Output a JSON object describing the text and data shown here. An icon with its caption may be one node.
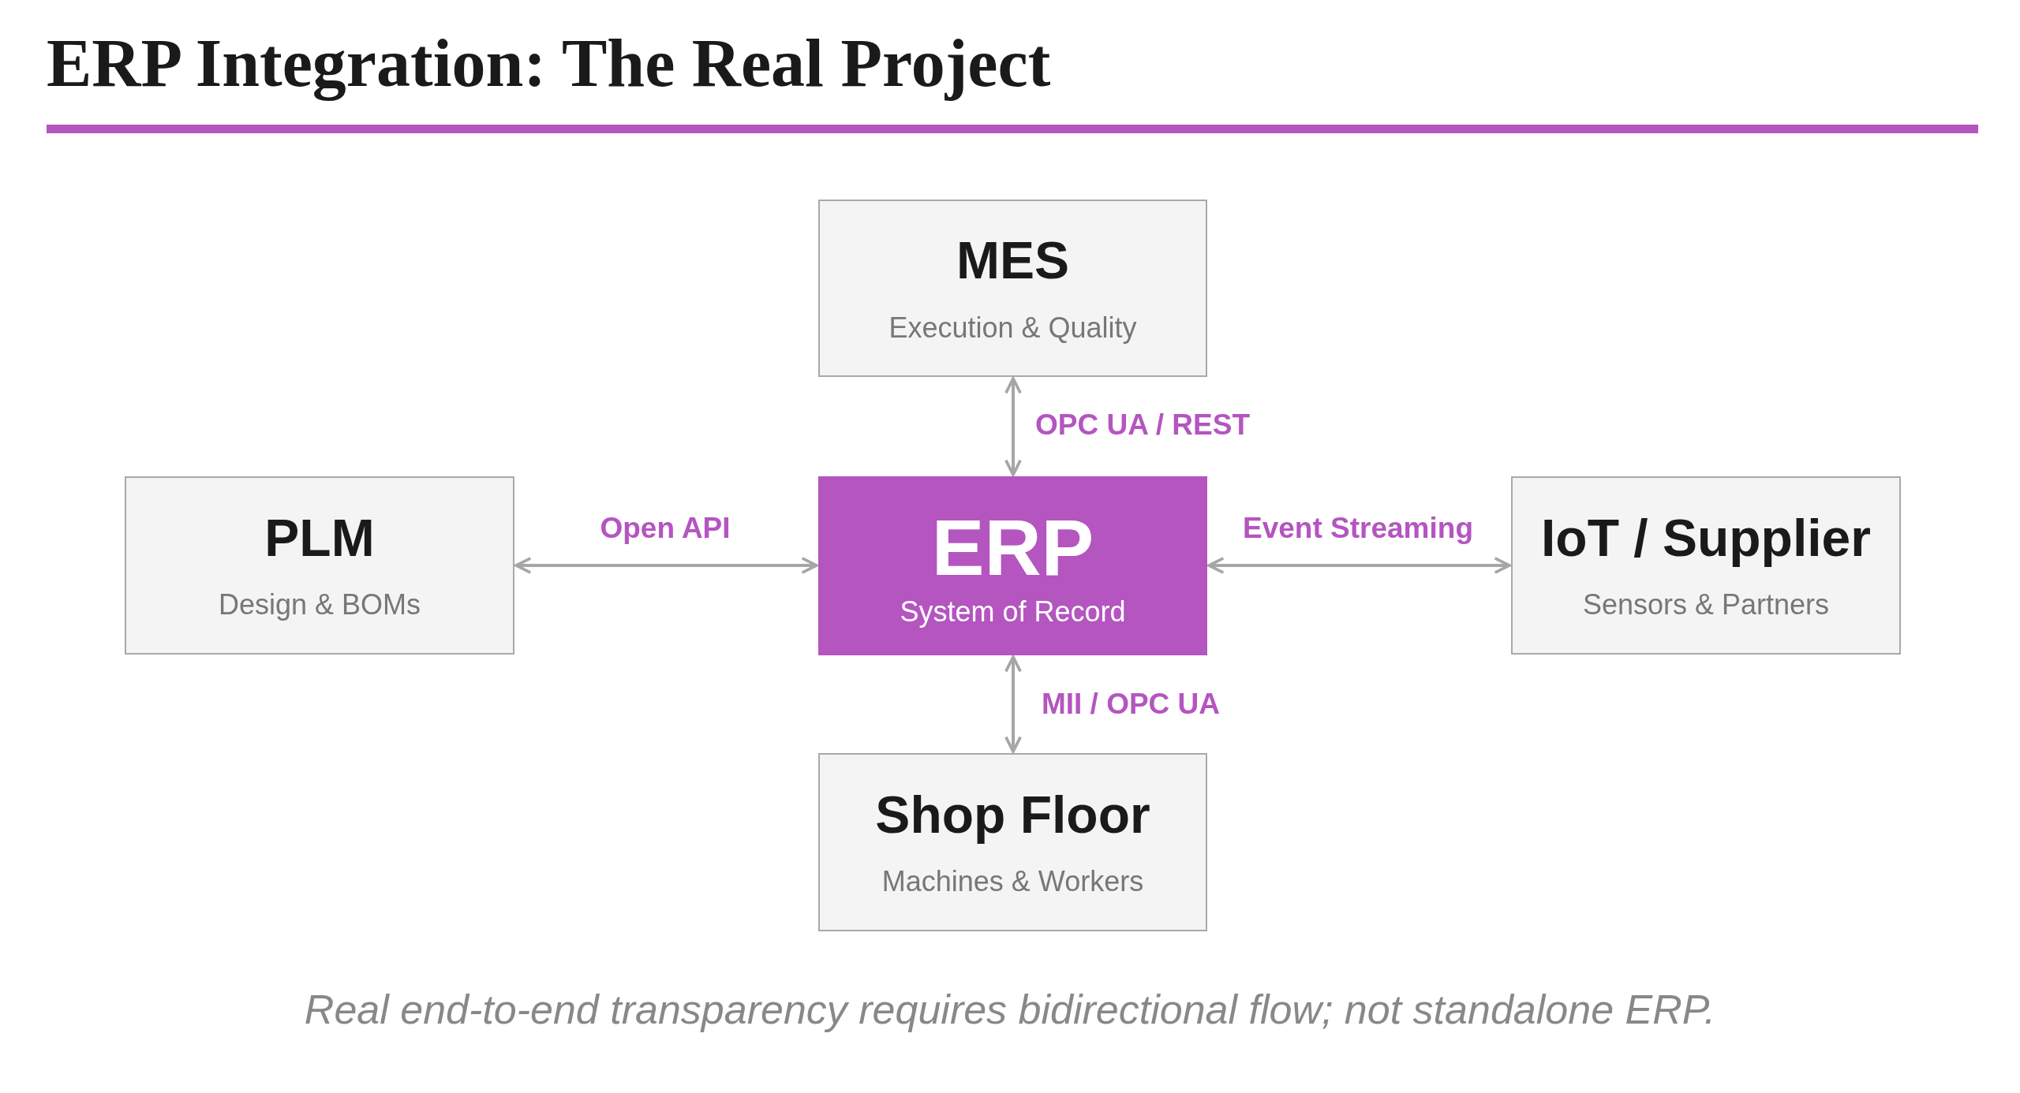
{
  "diagram": {
    "title": "ERP Integration: The Real Project",
    "caption": "Real end-to-end transparency requires bidirectional flow; not standalone ERP.",
    "nodes": [
      {
        "text": [
          "MES",
          "Execution & Quality"
        ]
      },
      {
        "text": [
          "PLM",
          "Design & BOMs"
        ]
      },
      {
        "text": [
          "ERP",
          "System of Record"
        ]
      },
      {
        "text": [
          "IoT / Supplier",
          "Sensors & Partners"
        ]
      },
      {
        "text": [
          "Shop Floor",
          "Machines & Workers"
        ]
      }
    ],
    "edges": [
      {
        "from": 0,
        "to": 2,
        "arrow": "both",
        "label": "OPC UA / REST"
      },
      {
        "from": 1,
        "to": 2,
        "arrow": "both",
        "label": "Open API"
      },
      {
        "from": 2,
        "to": 3,
        "arrow": "both",
        "label": "Event Streaming"
      },
      {
        "from": 2,
        "to": 4,
        "arrow": "both",
        "label": "MII / OPC UA"
      }
    ]
  }
}
